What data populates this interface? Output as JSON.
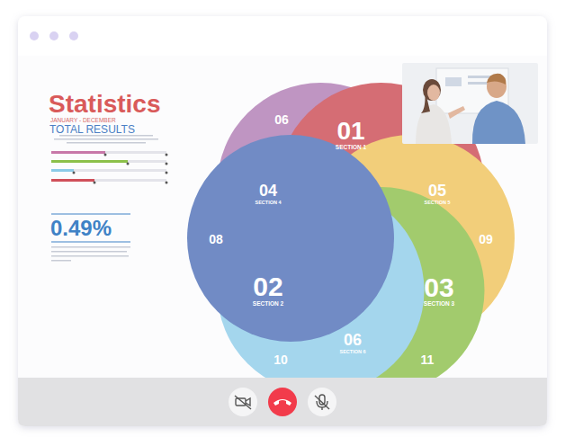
{
  "diagram": {
    "title": "Statistics",
    "labels": [
      "JANUARY - DECEMBER",
      "TOTAL RESULTS",
      "0.49%",
      "06",
      "01",
      "SECTION 1",
      "04",
      "SECTION 4",
      "05",
      "SECTION 5",
      "08",
      "09",
      "02",
      "SECTION 2",
      "03",
      "SECTION 3",
      "06",
      "SECTION 6",
      "10",
      "11"
    ]
  }
}
